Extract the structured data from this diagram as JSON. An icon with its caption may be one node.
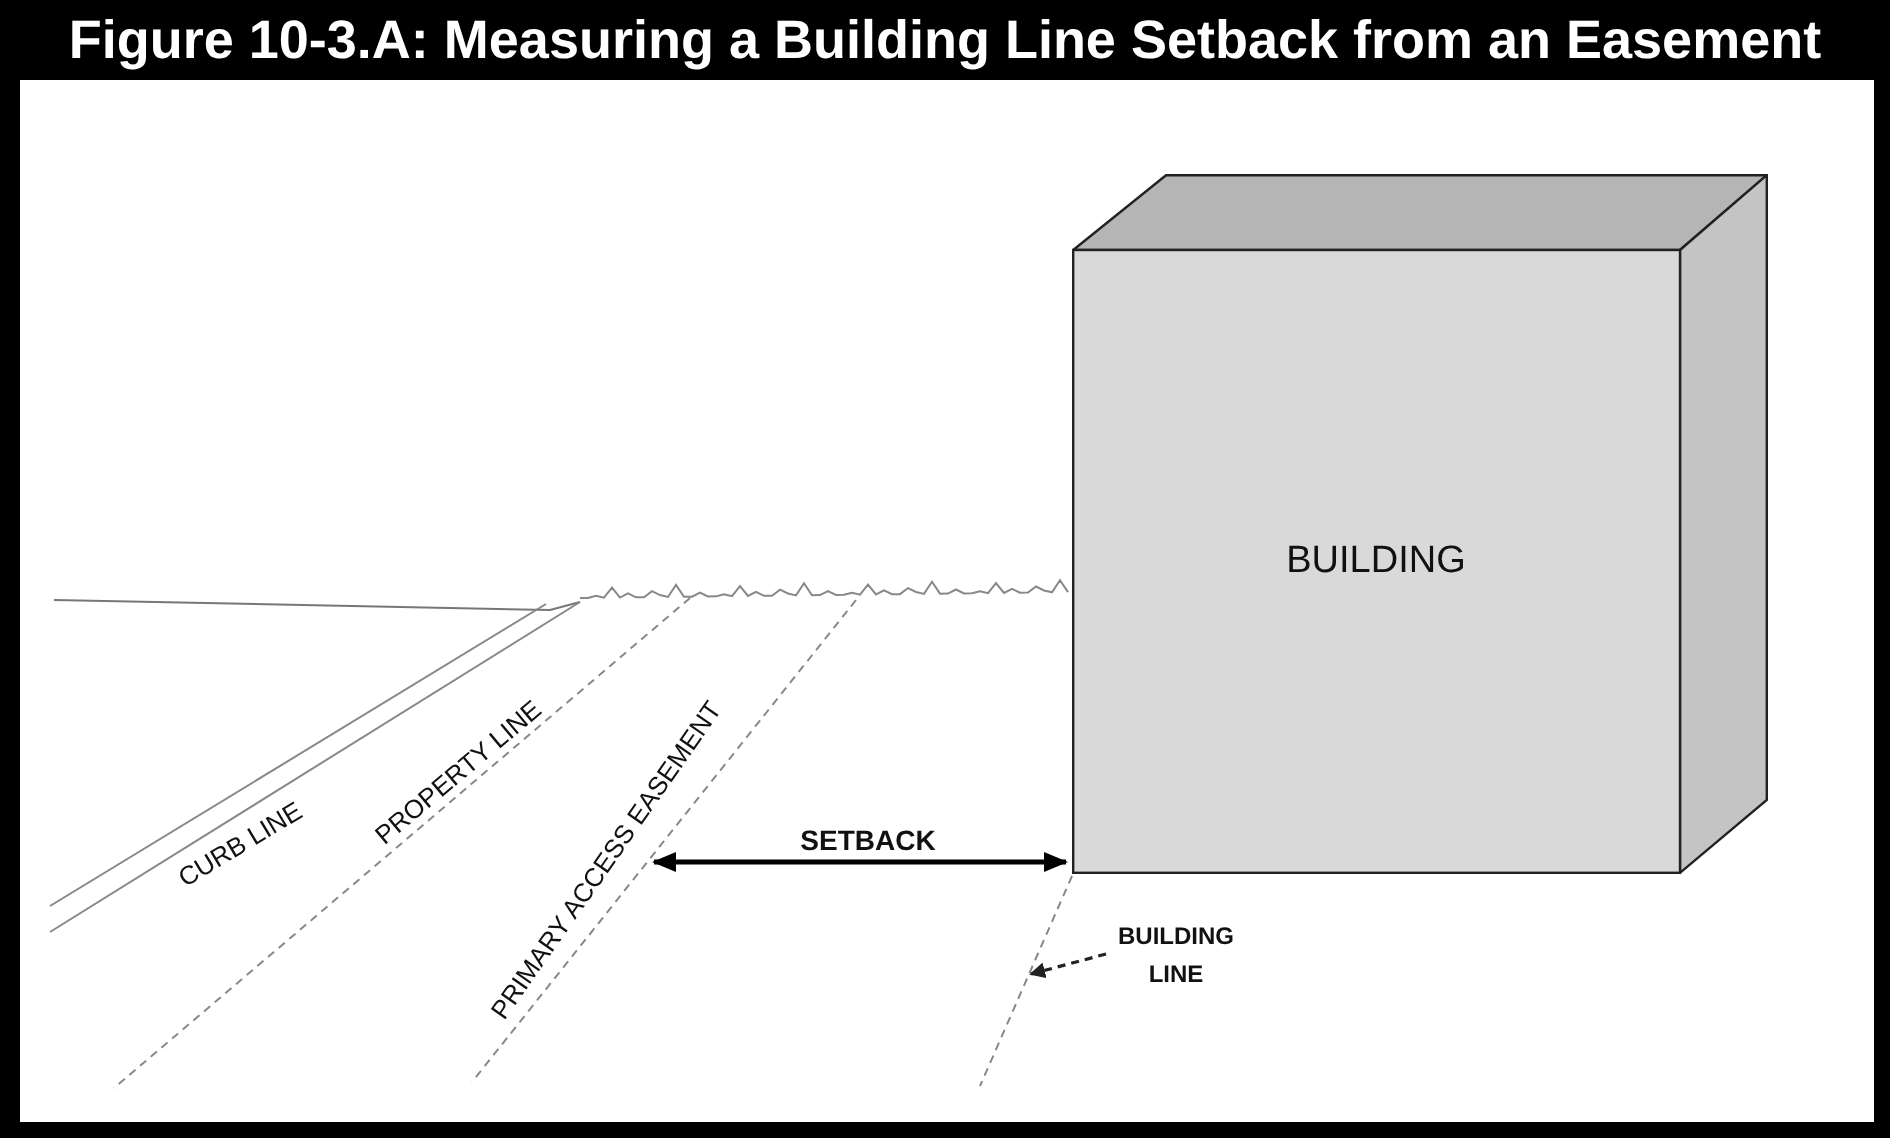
{
  "diagram": {
    "title": "Figure 10-3.A: Measuring a Building Line Setback from an Easement",
    "nodes": [
      {
        "text": [
          "BUILDING"
        ]
      },
      {
        "text": [
          "BUILDING LINE"
        ]
      },
      {
        "text": [],
        "shape": "line"
      }
    ],
    "edges": [
      {
        "from": 1,
        "to": 2,
        "arrow": "to",
        "style": "dashed"
      }
    ],
    "labels": [
      "CURB LINE",
      "PROPERTY LINE",
      "PRIMARY ACCESS EASEMENT",
      "SETBACK"
    ]
  }
}
